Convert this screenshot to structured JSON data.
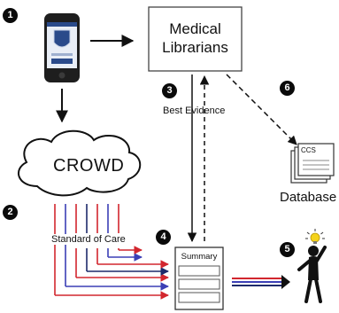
{
  "steps": [
    "1",
    "2",
    "3",
    "4",
    "5",
    "6"
  ],
  "nodes": {
    "librarians": [
      "Medical",
      "Librarians"
    ],
    "crowd": "CROWD",
    "summary": "Summary",
    "database": "Database",
    "database_tag": "CCS"
  },
  "labels": {
    "best_evidence": "Best Evidence",
    "standard_of_care": "Standard of Care"
  },
  "colors": {
    "red": "#d2262e",
    "navy": "#1d2a6b",
    "blue": "#3b3fb5",
    "ink": "#111111"
  }
}
